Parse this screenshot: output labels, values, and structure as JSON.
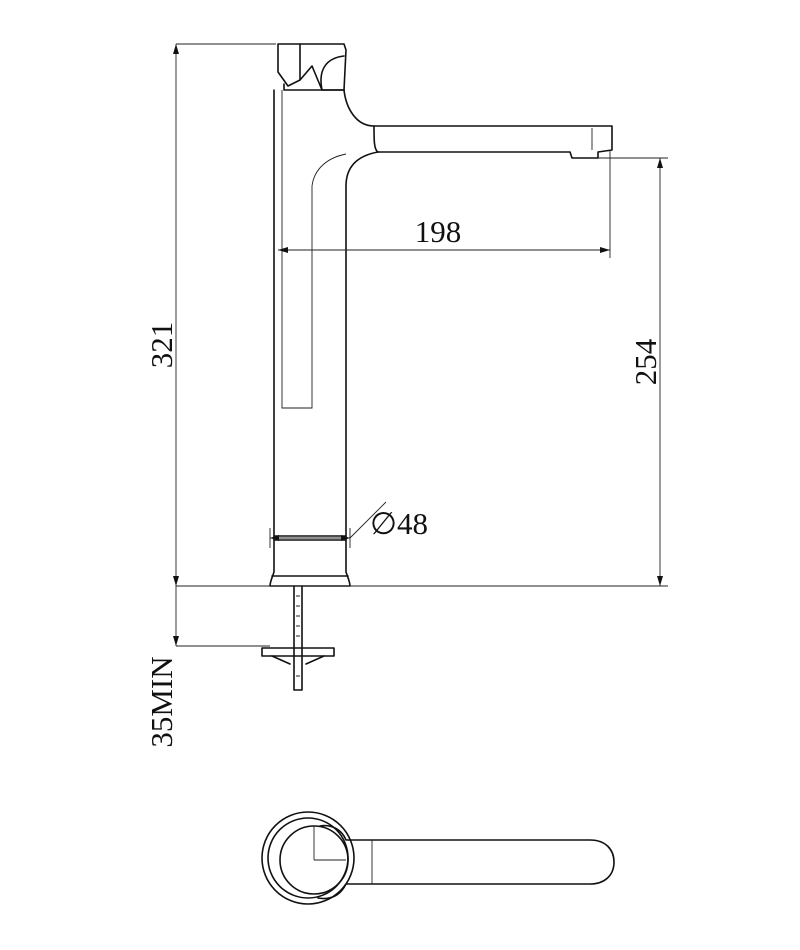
{
  "diagram": {
    "dimensions": {
      "total_height": "321",
      "spout_reach": "198",
      "spout_height": "254",
      "base_diameter_symbol": "∅",
      "base_diameter": "48",
      "deck_thickness": "35MIN"
    },
    "colors": {
      "line": "#111111",
      "background": "#ffffff"
    }
  }
}
